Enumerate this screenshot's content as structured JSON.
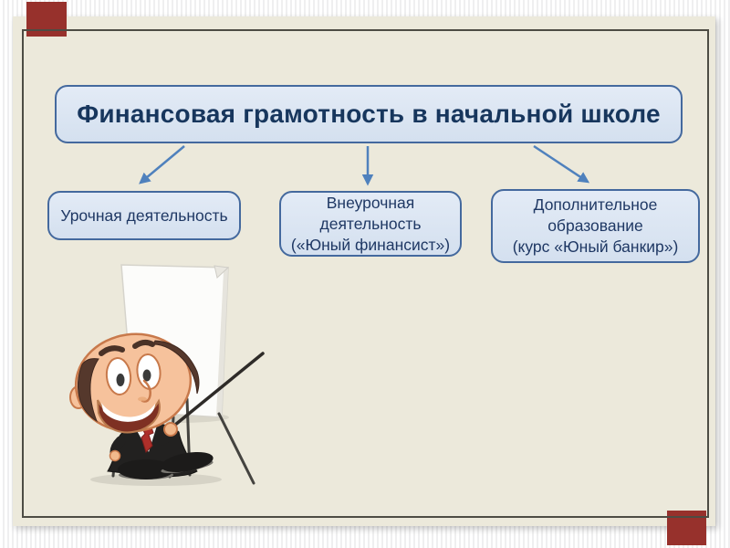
{
  "slide": {
    "title_box": {
      "label": "Финансовая грамотность в начальной школе"
    },
    "branch_boxes": [
      {
        "id": "lessons",
        "label": "Урочная деятельность"
      },
      {
        "id": "extracurricular",
        "label": "Внеурочная\nдеятельность\n(«Юный финансист»)"
      },
      {
        "id": "additional-education",
        "label": "Дополнительное\nобразование\n(курс «Юный банкир»)"
      }
    ],
    "colors": {
      "slide_background": "#ece9db",
      "frame_border": "#4d4c44",
      "corner_accent": "#97312c",
      "box_fill": "#dbe5f1",
      "box_border": "#44699e",
      "text": "#1f3864",
      "arrow": "#4f81bd"
    },
    "illustration": {
      "name": "cartoon-presenter-with-flipchart-and-pointer"
    }
  }
}
